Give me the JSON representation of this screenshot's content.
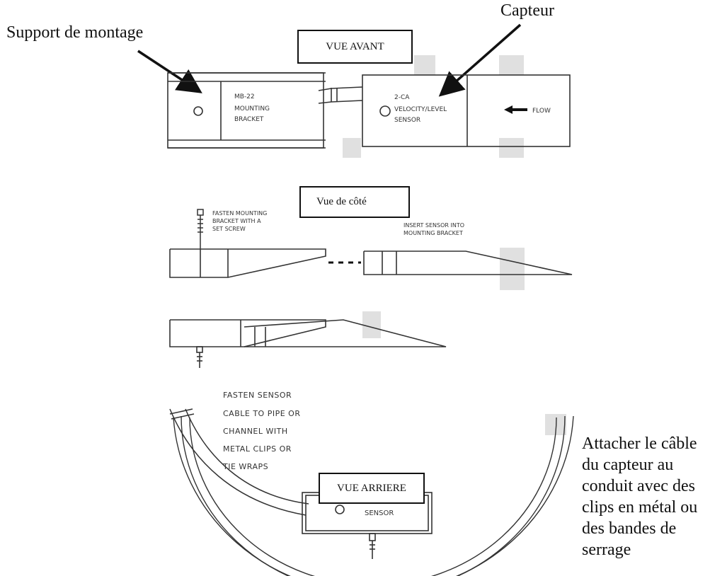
{
  "labels": {
    "support_de_montage": "Support de montage",
    "capteur": "Capteur",
    "vue_avant": "VUE AVANT",
    "vue_de_cote": "Vue de côté",
    "vue_arriere": "VUE ARRIERE"
  },
  "front_view": {
    "bracket_text": [
      "MB-22",
      "MOUNTING",
      "BRACKET"
    ],
    "sensor_text": [
      "2-CA",
      "VELOCITY/LEVEL",
      "SENSOR"
    ],
    "flow_text": "FLOW"
  },
  "side_view": {
    "fasten_text": [
      "FASTEN MOUNTING",
      "BRACKET WITH A",
      "SET SCREW"
    ],
    "insert_text": [
      "INSERT SENSOR INTO",
      "MOUNTING BRACKET"
    ]
  },
  "rear_view": {
    "cable_text": [
      "FASTEN SENSOR",
      "CABLE TO PIPE OR",
      "CHANNEL WITH",
      "METAL CLIPS OR",
      "TIE WRAPS"
    ],
    "sensor_text": "SENSOR"
  },
  "french_note": [
    "Attacher le câble",
    "du capteur au",
    "conduit avec des",
    "clips en métal ou",
    "des bandes de",
    "serrage"
  ]
}
